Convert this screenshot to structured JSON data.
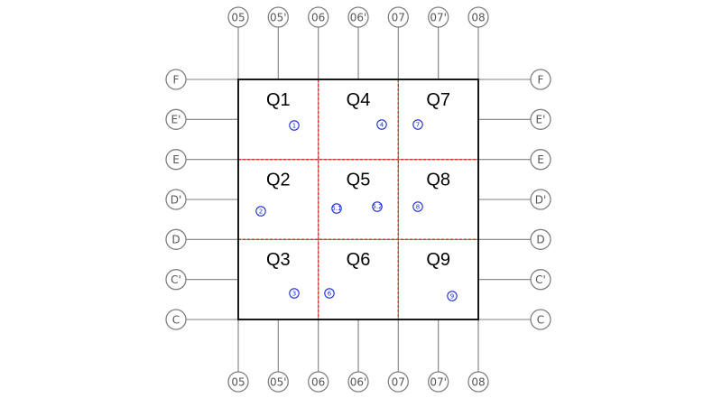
{
  "columns": [
    "05",
    "05'",
    "06",
    "06'",
    "07",
    "07'",
    "08"
  ],
  "rows": [
    "F",
    "E'",
    "E",
    "D'",
    "D",
    "C'",
    "C"
  ],
  "quadrants": [
    "Q1",
    "Q2",
    "Q3",
    "Q4",
    "Q5",
    "Q6",
    "Q7",
    "Q8",
    "Q9"
  ],
  "markers": [
    "1",
    "4",
    "7",
    "2",
    "5.1",
    "5.2",
    "8",
    "3",
    "6",
    "9"
  ],
  "colors": {
    "grid": "#7f7f7f",
    "border": "#000000",
    "division": "#e0302a",
    "marker": "#1c2fd0",
    "bubble": "#808080"
  }
}
